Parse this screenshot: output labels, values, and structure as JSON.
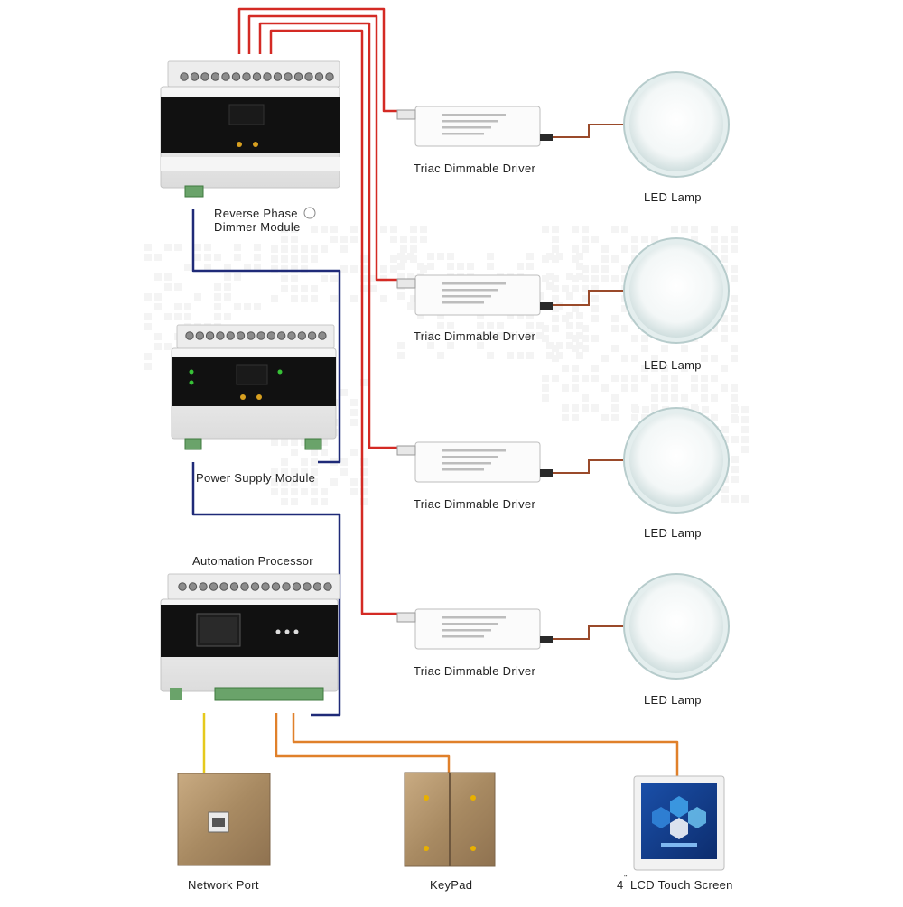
{
  "modules": {
    "dimmer": {
      "label_line1": "Reverse Phase",
      "label_line2": "Dimmer Module"
    },
    "power": {
      "label": "Power Supply Module"
    },
    "processor": {
      "label": "Automation Processor"
    }
  },
  "drivers": [
    {
      "label": "Triac Dimmable Driver"
    },
    {
      "label": "Triac Dimmable Driver"
    },
    {
      "label": "Triac Dimmable Driver"
    },
    {
      "label": "Triac Dimmable Driver"
    }
  ],
  "lamps": [
    {
      "label": "LED Lamp"
    },
    {
      "label": "LED Lamp"
    },
    {
      "label": "LED Lamp"
    },
    {
      "label": "LED Lamp"
    }
  ],
  "devices": {
    "network_port": {
      "label": "Network Port"
    },
    "keypad": {
      "label": "KeyPad"
    },
    "touch_screen": {
      "size": "4",
      "unit_mark": "\"",
      "label": "LCD Touch Screen"
    }
  },
  "colors": {
    "load_wire": "#d42a24",
    "bus_wire": "#1f2a78",
    "network_wire": "#e6c91c",
    "control_wire": "#e0802a",
    "lamp_wire": "#9a4a2a"
  }
}
